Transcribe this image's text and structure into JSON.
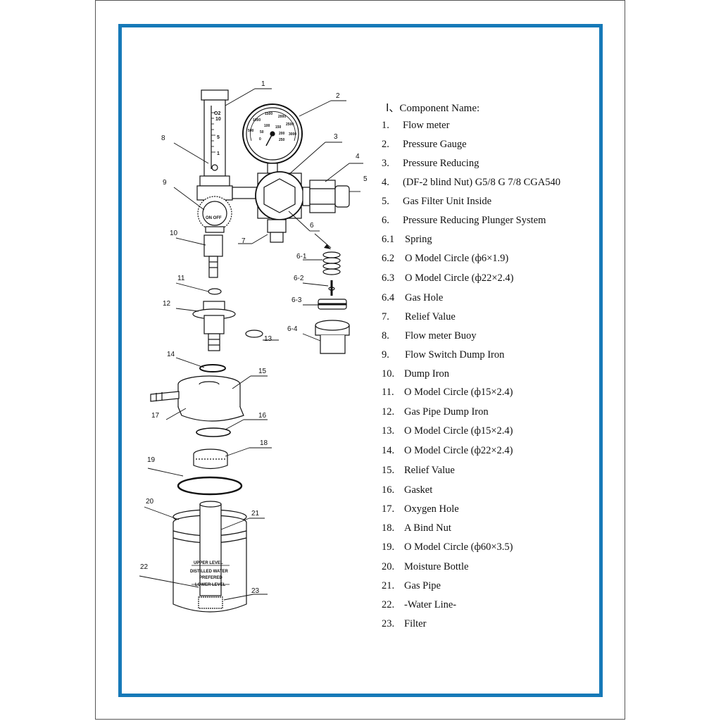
{
  "legend": {
    "title": "Ⅰ、Component Name:",
    "items": [
      {
        "num": "1.",
        "name": "Flow meter"
      },
      {
        "num": "2.",
        "name": "Pressure Gauge"
      },
      {
        "num": "3.",
        "name": "Pressure Reducing"
      },
      {
        "num": "4.",
        "name": "(DF-2 blind Nut) G5/8 G 7/8 CGA540"
      },
      {
        "num": "5.",
        "name": "Gas Filter Unit Inside"
      },
      {
        "num": "6.",
        "name": "Pressure Reducing Plunger System"
      },
      {
        "num": "6.1",
        "name": "Spring"
      },
      {
        "num": "6.2",
        "name": "O Model Circle (ф6×1.9)"
      },
      {
        "num": "6.3",
        "name": "O Model Circle (ф22×2.4)"
      },
      {
        "num": "6.4",
        "name": "Gas Hole"
      },
      {
        "num": "7.",
        "name": "Relief Value"
      },
      {
        "num": "8.",
        "name": "Flow meter Buoy"
      },
      {
        "num": "9.",
        "name": "Flow Switch Dump Iron"
      },
      {
        "num": "10.",
        "name": "Dump Iron"
      },
      {
        "num": "11.",
        "name": "O Model Circle (ф15×2.4)"
      },
      {
        "num": "12.",
        "name": "Gas Pipe Dump Iron"
      },
      {
        "num": "13.",
        "name": "O Model Circle (ф15×2.4)"
      },
      {
        "num": "14.",
        "name": "O Model Circle (ф22×2.4)"
      },
      {
        "num": "15.",
        "name": "Relief Value"
      },
      {
        "num": "16.",
        "name": "Gasket"
      },
      {
        "num": "17.",
        "name": "Oxygen Hole"
      },
      {
        "num": "18.",
        "name": "A Bind Nut"
      },
      {
        "num": "19.",
        "name": "O Model Circle (ф60×3.5)"
      },
      {
        "num": "20.",
        "name": "Moisture Bottle"
      },
      {
        "num": "21.",
        "name": "Gas Pipe"
      },
      {
        "num": "22.",
        "name": "-Water Line-"
      },
      {
        "num": "23.",
        "name": "Filter"
      }
    ]
  },
  "callouts": {
    "c1": "1",
    "c2": "2",
    "c3": "3",
    "c4": "4",
    "c5": "5",
    "c6": "6",
    "c6_1": "6-1",
    "c6_2": "6-2",
    "c6_3": "6-3",
    "c6_4": "6-4",
    "c7": "7",
    "c8": "8",
    "c9": "9",
    "c10": "10",
    "c11": "11",
    "c12": "12",
    "c13": "13",
    "c14": "14",
    "c15": "15",
    "c16": "16",
    "c17": "17",
    "c18": "18",
    "c19": "19",
    "c20": "20",
    "c21": "21",
    "c22": "22",
    "c23": "23"
  },
  "drawing_text": {
    "o2": "O2",
    "flow_10": "10",
    "flow_5": "5",
    "flow_1": "1",
    "switch": "ON OFF",
    "gauge_1500": "1500",
    "gauge_2000": "2000",
    "gauge_1000": "1000",
    "gauge_2500": "2500",
    "gauge_500": "500",
    "gauge_3000": "3000",
    "gauge_100": "100",
    "gauge_150": "150",
    "gauge_50": "50",
    "gauge_200": "200",
    "gauge_0": "0",
    "gauge_250": "250",
    "upper_level": "UPPER LEVEL",
    "distilled_1": "DISTILLED WATER",
    "distilled_2": "PREFERED",
    "lower_level": "LOWER LEVEL"
  }
}
